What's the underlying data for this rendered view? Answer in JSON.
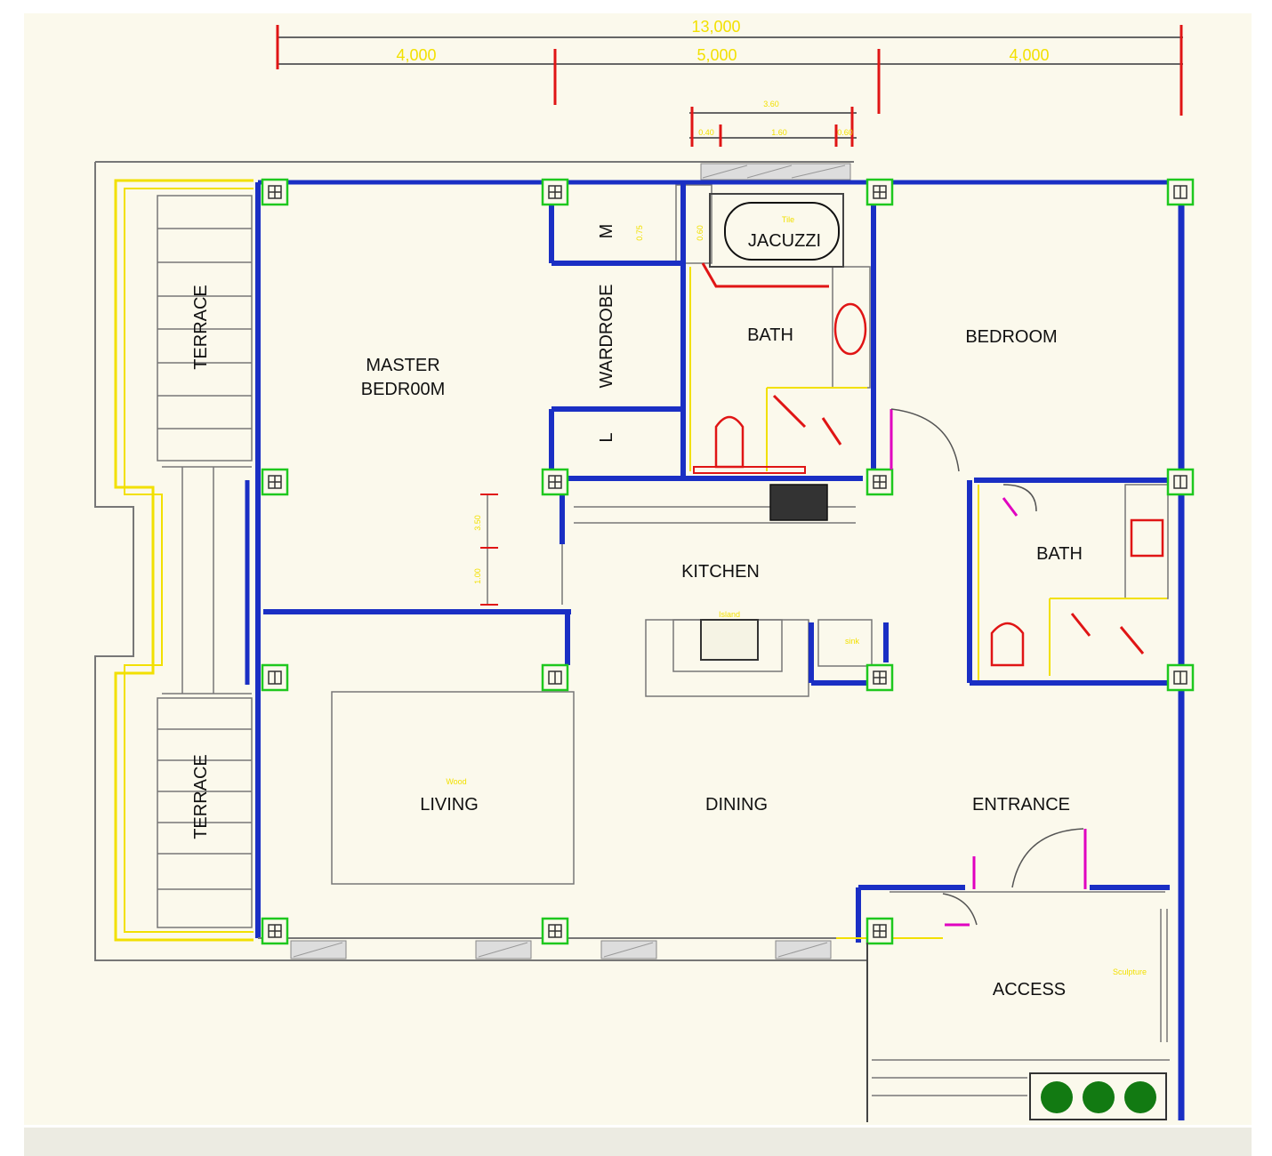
{
  "dimensions": {
    "overall": "13,000",
    "segments": [
      "4,000",
      "5,000",
      "4,000"
    ],
    "bath_detail": {
      "top": "3.60",
      "left": "0.40",
      "middle": "1.60",
      "right": "0.60"
    },
    "wardrobe_m_height": "0.75",
    "bath_m_height": "0.60",
    "bed_upper": "3.50",
    "bed_lower": "1.00"
  },
  "rooms": {
    "terrace_upper": "TERRACE",
    "terrace_lower": "TERRACE",
    "master_line1": "MASTER",
    "master_line2": "BEDR00M",
    "wardrobe": "WARDROBE",
    "wardrobe_m": "M",
    "wardrobe_l": "L",
    "jacuzzi": "JACUZZI",
    "bath_1": "BATH",
    "bedroom": "BEDROOM",
    "bath_2": "BATH",
    "kitchen": "KITCHEN",
    "living": "LIVING",
    "dining": "DINING",
    "entrance": "ENTRANCE",
    "access": "ACCESS"
  },
  "small_notes": {
    "tile": "Tile",
    "wood": "Wood",
    "sculpture": "Sculpture",
    "island": "Island",
    "sink": "sink"
  },
  "colors": {
    "background": "#fbf9ec",
    "wall_blue": "#1a2fc4",
    "column_green": "#1ec81e",
    "terrace_yellow": "#f2e000",
    "door_magenta": "#e000c0",
    "fixture_red": "#e01515",
    "line_grey": "#7a7a7a"
  }
}
